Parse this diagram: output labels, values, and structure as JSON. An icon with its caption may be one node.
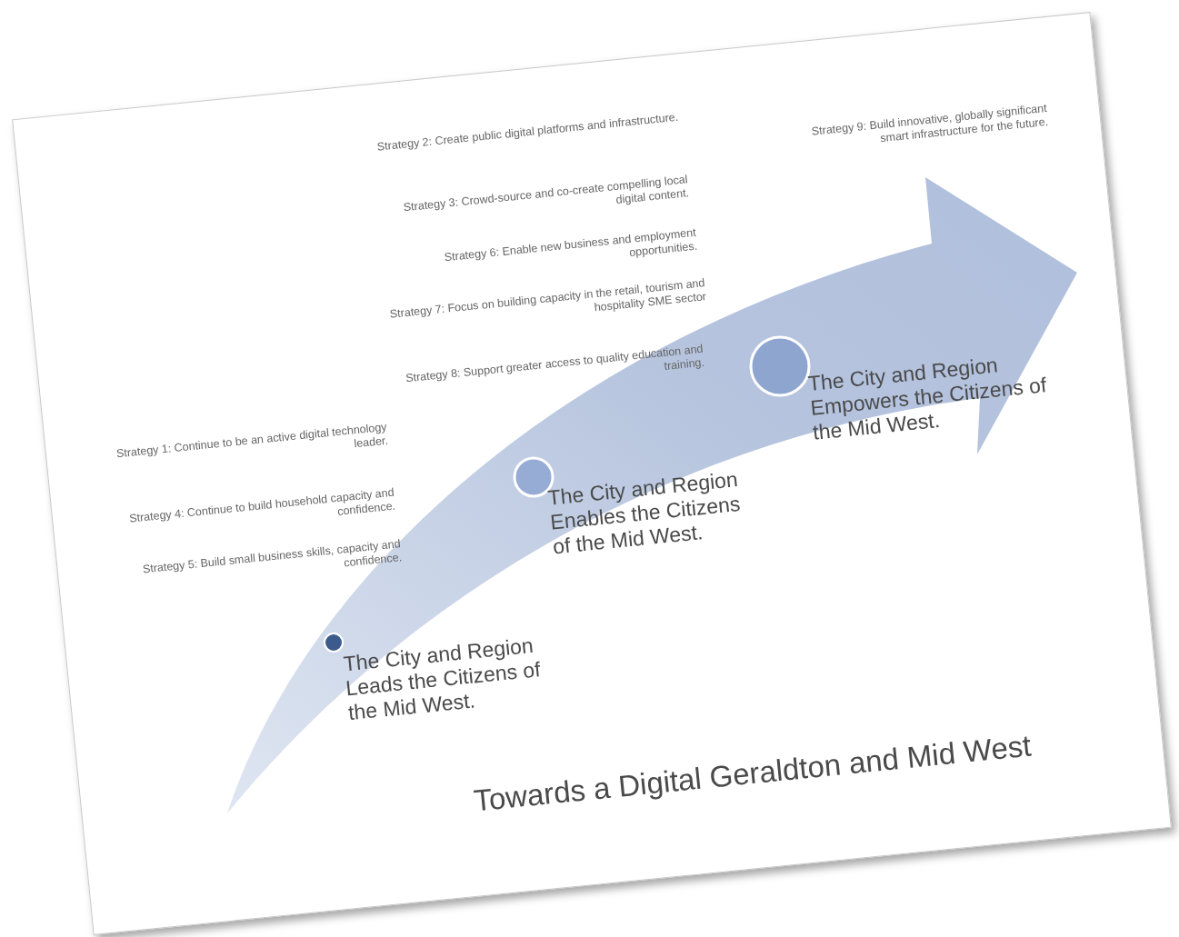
{
  "diagram": {
    "title": "Towards a Digital Geraldton and Mid West",
    "nodes": [
      {
        "text": [
          "The City and Region Leads the Citizens of the Mid West."
        ]
      },
      {
        "text": [
          "The City and Region Enables the Citizens of the Mid West."
        ]
      },
      {
        "text": [
          "The City and Region Empowers the Citizens of the Mid West."
        ]
      }
    ],
    "labels": [
      "Strategy 2: Create public digital platforms and infrastructure.",
      "Strategy 9: Build innovative, globally significant smart infrastructure for the future.",
      "Strategy 3: Crowd-source and co-create compelling local digital content.",
      "Strategy 6: Enable new business and employment opportunities.",
      "Strategy 7: Focus on building capacity in the retail, tourism and hospitality SME sector",
      "Strategy 8: Support greater access to quality education and training.",
      "Strategy 1: Continue to be an active digital technology leader.",
      "Strategy 4: Continue to build household capacity and confidence.",
      "Strategy 5: Build small business skills, capacity and confidence."
    ]
  }
}
